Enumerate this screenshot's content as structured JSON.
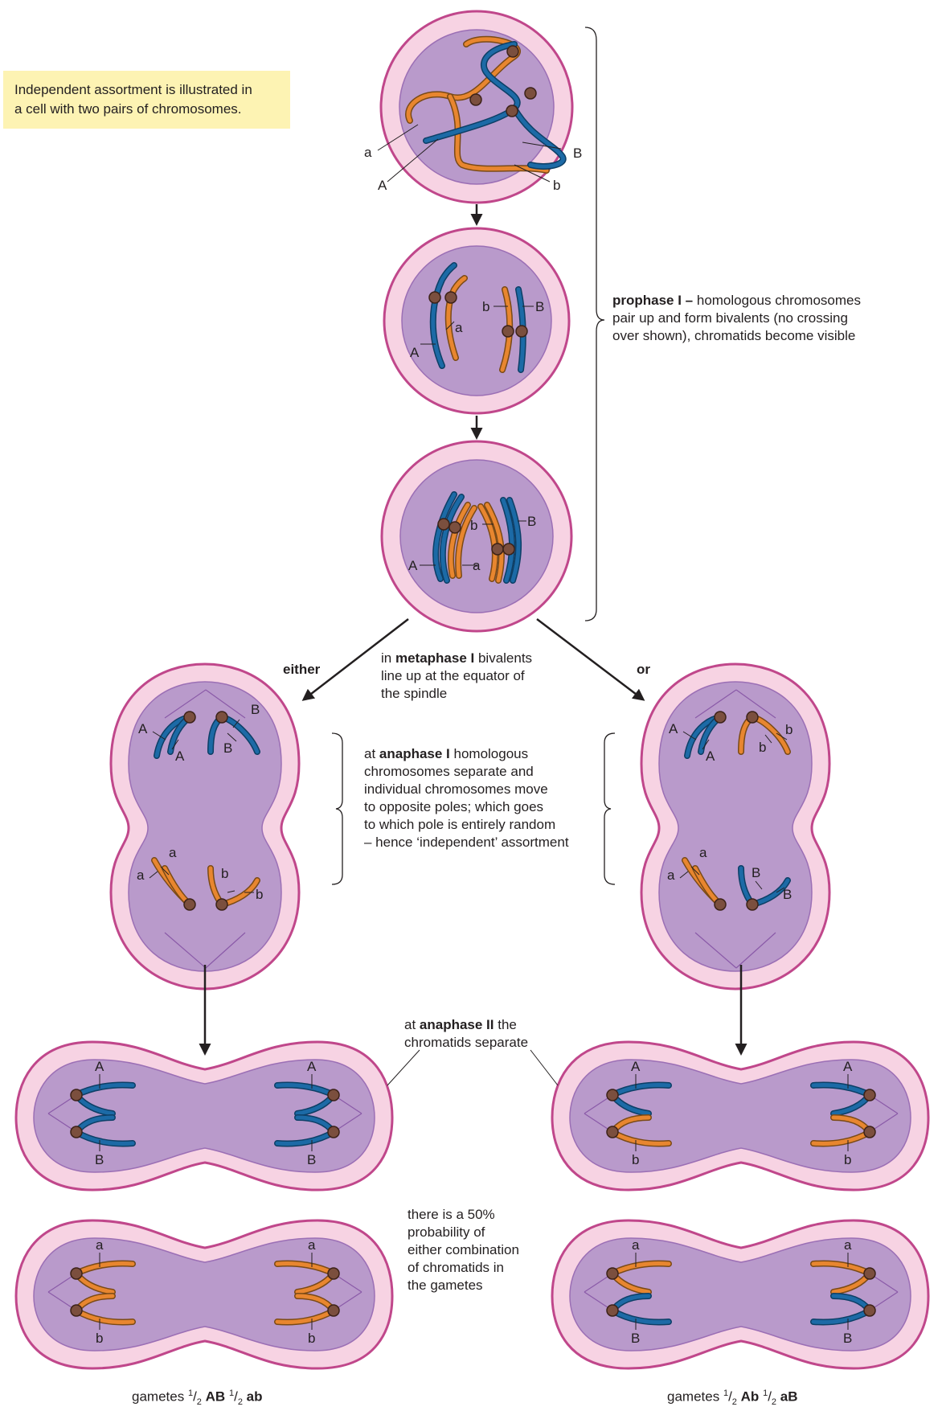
{
  "note": {
    "line1": "Independent assortment is illustrated in",
    "line2": "a cell with two pairs of chromosomes."
  },
  "labels": {
    "a": "a",
    "A": "A",
    "b": "b",
    "B": "B",
    "either": "either",
    "or": "or"
  },
  "prophase": {
    "bold": "prophase I –",
    "line1_rest": " homologous chromosomes",
    "line2": "pair up and form bivalents (no crossing",
    "line3": "over shown), chromatids become visible"
  },
  "metaphase": {
    "prefix": "in ",
    "bold": "metaphase I",
    "line1_rest": " bivalents",
    "line2": "line up at the equator of",
    "line3": "the spindle"
  },
  "anaphase1": {
    "prefix": "at ",
    "bold": "anaphase I",
    "line1_rest": " homologous",
    "line2": "chromosomes separate and",
    "line3": "individual chromosomes move",
    "line4": "to opposite poles; which goes",
    "line5": "to which pole is entirely random",
    "line6": "– hence ‘independent’ assortment"
  },
  "anaphase2": {
    "prefix": "at ",
    "bold": "anaphase II",
    "line1_rest": " the",
    "line2": "chromatids separate"
  },
  "probability": {
    "line1": "there is a 50%",
    "line2": "probability of",
    "line3": "either combination",
    "line4": "of chromatids in",
    "line5": "the gametes"
  },
  "gametes_left": {
    "prefix": "gametes ",
    "num": "1",
    "den": "2",
    "g1": "AB",
    "g2": "ab"
  },
  "gametes_right": {
    "prefix": "gametes ",
    "num": "1",
    "den": "2",
    "g1": "Ab",
    "g2": "aB"
  },
  "colors": {
    "membrane_outer": "#c0478b",
    "membrane_fill": "#f7d3e3",
    "cytoplasm": "#b99acb",
    "blue_chromosome": "#1c6aa6",
    "orange_chromosome": "#e8862f",
    "centromere": "#7b4f3e",
    "spindle": "#8a5aa8"
  }
}
